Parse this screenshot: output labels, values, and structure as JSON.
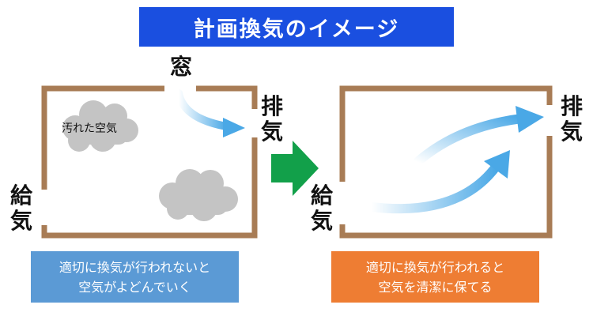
{
  "title": "計画換気のイメージ",
  "left_room": {
    "window_label": "窓",
    "exhaust_label": [
      "排",
      "気"
    ],
    "supply_label": [
      "給",
      "気"
    ],
    "cloud_label": "汚れた空気",
    "caption_lines": [
      "適切に換気が行われないと",
      "空気がよどんでいく"
    ]
  },
  "right_room": {
    "exhaust_label": [
      "排",
      "気"
    ],
    "supply_label": [
      "給",
      "気"
    ],
    "caption_lines": [
      "適切に換気が行われると",
      "空気を清潔に保てる"
    ]
  },
  "colors": {
    "title_bg": "#1a4fe0",
    "wall": "#a87c55",
    "cloud": "#c4c4c4",
    "transition_arrow": "#12a04a",
    "airflow_arrow": "#4aa8e6",
    "left_caption_bg": "#5b9ad5",
    "right_caption_bg": "#ee7d33"
  },
  "icons": [
    "cloud-icon",
    "arrow-right-icon",
    "airflow-arrow-icon"
  ]
}
